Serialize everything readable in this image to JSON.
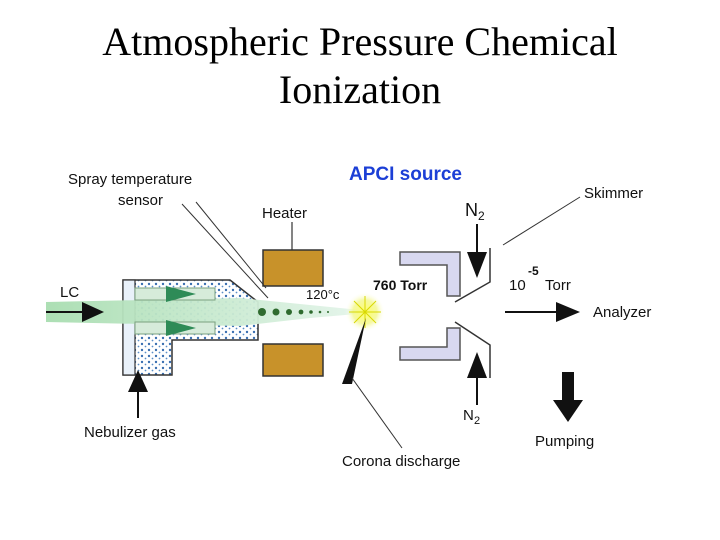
{
  "slide": {
    "title_line1": "Atmospheric Pressure Chemical",
    "title_line2": "Ionization"
  },
  "diagram": {
    "source_title": "APCI source",
    "labels": {
      "spray_temp_line1": "Spray temperature",
      "spray_temp_line2": "sensor",
      "heater": "Heater",
      "lc": "LC",
      "temperature": "120°c",
      "pressure_atm": "760 Torr",
      "vacuum_base": "10",
      "vacuum_exp": "-5",
      "vacuum_unit": "Torr",
      "skimmer": "Skimmer",
      "n2_top": "N",
      "n2_top_sub": "2",
      "n2_bottom": "N",
      "n2_bottom_sub": "2",
      "analyzer": "Analyzer",
      "pumping": "Pumping",
      "nebulizer": "Nebulizer gas",
      "corona": "Corona discharge"
    },
    "colors": {
      "heater": "#c8922a",
      "title_blue": "#1c3fd6",
      "spray_green": "#bfe8b6",
      "dots_blue": "#3a6fb0",
      "chamber_gray": "#d8d8f0"
    }
  }
}
